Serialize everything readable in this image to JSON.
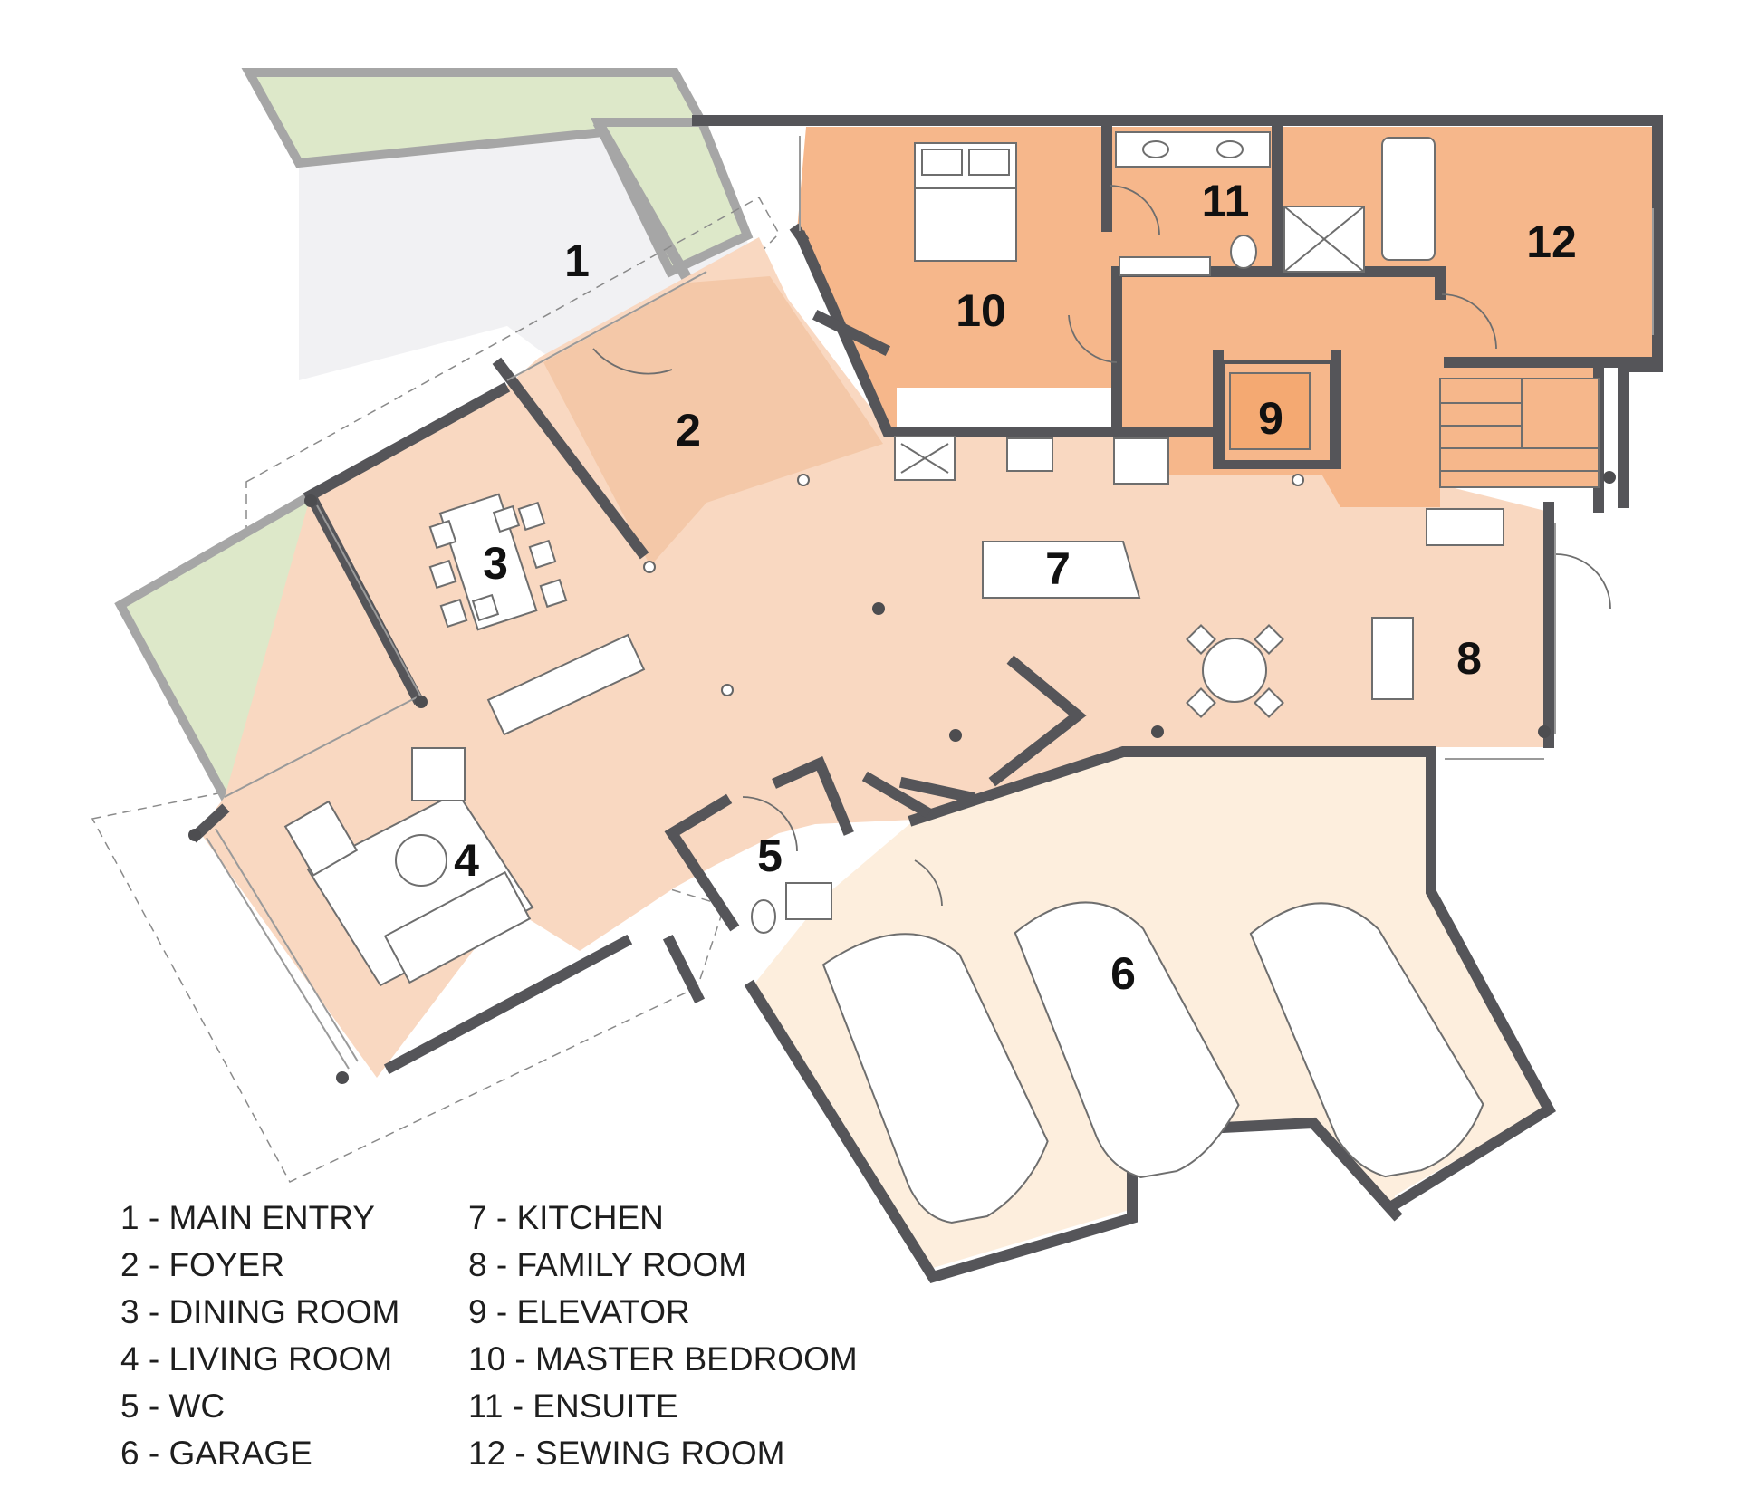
{
  "plan": {
    "colors": {
      "main_floor": "#f9d8c1",
      "foyer": "#f4c8a8",
      "bedroom_wing": "#f6b78b",
      "garage": "#fdeedd",
      "deck": "#dde8c9",
      "entry_paving": "#f1f1f3",
      "wall": "#555559"
    },
    "rooms": [
      {
        "id": "1",
        "label": "1"
      },
      {
        "id": "2",
        "label": "2"
      },
      {
        "id": "3",
        "label": "3"
      },
      {
        "id": "4",
        "label": "4"
      },
      {
        "id": "5",
        "label": "5"
      },
      {
        "id": "6",
        "label": "6"
      },
      {
        "id": "7",
        "label": "7"
      },
      {
        "id": "8",
        "label": "8"
      },
      {
        "id": "9",
        "label": "9"
      },
      {
        "id": "10",
        "label": "10"
      },
      {
        "id": "11",
        "label": "11"
      },
      {
        "id": "12",
        "label": "12"
      }
    ]
  },
  "legend": {
    "left": [
      "1 - MAIN ENTRY",
      "2 - FOYER",
      "3 - DINING ROOM",
      "4 - LIVING ROOM",
      "5 - WC",
      "6 - GARAGE"
    ],
    "right": [
      "7 - KITCHEN",
      "8 - FAMILY ROOM",
      "9 - ELEVATOR",
      "10 - MASTER BEDROOM",
      "11 - ENSUITE",
      "12 - SEWING ROOM"
    ]
  }
}
